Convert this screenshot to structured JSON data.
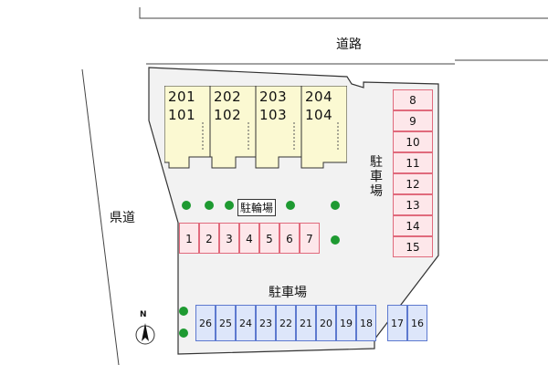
{
  "labels": {
    "road": "道路",
    "prefectural_road": "県道",
    "bike_parking": "駐輪場",
    "parking_right": "駐車場",
    "parking_bottom": "駐車場",
    "north": "N"
  },
  "units": [
    {
      "upper": "201",
      "lower": "101"
    },
    {
      "upper": "202",
      "lower": "102"
    },
    {
      "upper": "203",
      "lower": "103"
    },
    {
      "upper": "204",
      "lower": "104"
    }
  ],
  "parking": {
    "right_column": [
      "8",
      "9",
      "10",
      "11",
      "12",
      "13",
      "14",
      "15"
    ],
    "middle_row": [
      "1",
      "2",
      "3",
      "4",
      "5",
      "6",
      "7"
    ],
    "bottom_row": [
      "26",
      "25",
      "24",
      "23",
      "22",
      "21",
      "20",
      "19",
      "18"
    ],
    "bottom_right": [
      "17",
      "16"
    ]
  },
  "colors": {
    "building": "#fbf9d2",
    "parking_red_fill": "#fde7ea",
    "parking_red_border": "#e06a7c",
    "parking_blue_fill": "#dde6fa",
    "parking_blue_border": "#5d79cf",
    "tree": "#1e9a31",
    "lot": "#f2f2f2"
  }
}
